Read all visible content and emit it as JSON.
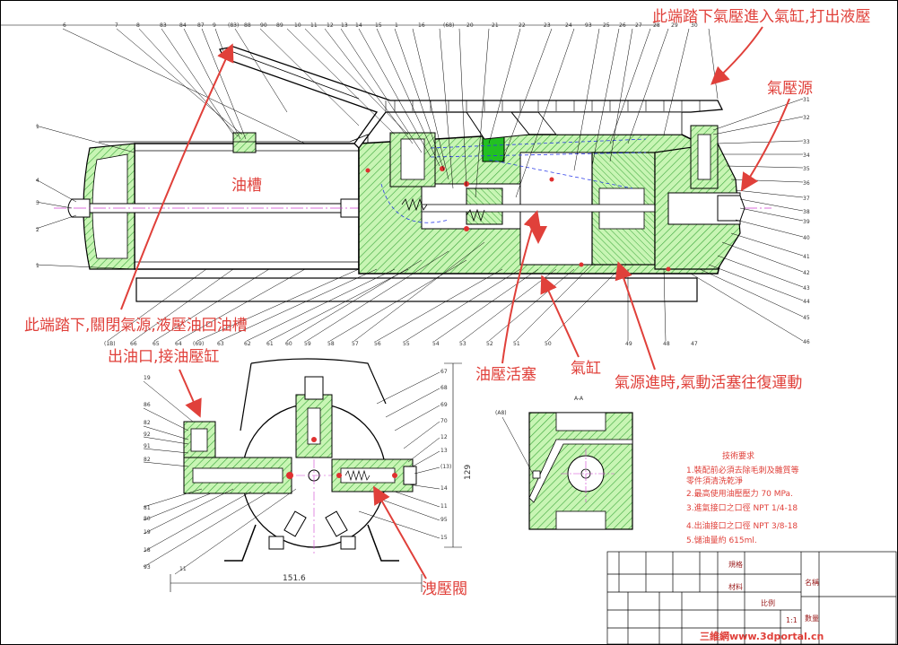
{
  "annotations": {
    "top_right_note": "此端踏下氣壓進入氣缸,打出液壓",
    "air_source": "氣壓源",
    "oil_tank": "油槽",
    "left_note": "此端踏下,關閉氣源,液壓油回油槽",
    "oil_outlet": "出油口,接油壓缸",
    "oil_piston": "油壓活塞",
    "air_cylinder": "氣缸",
    "air_piston_note": "氣源進時,氣動活塞往復運動",
    "relief_valve": "洩壓閥"
  },
  "section_label": "A-A",
  "section_ref": "(A8)",
  "dimensions": {
    "width": "151.6",
    "height": "129"
  },
  "tech_requirements": {
    "title": "技術要求",
    "items": [
      "1.裝配前必須去除毛刺及雜質等",
      "  零件須清洗乾淨",
      "2.最高使用油壓壓力 70 MPa.",
      "3.進氣接口之口徑 NPT 1/4-18",
      "4.出油接口之口徑 NPT 3/8-18",
      "5.儲油量約 615ml."
    ]
  },
  "title_block": {
    "scale": "1:1",
    "fields": [
      "規格",
      "材料",
      "名稱",
      "數量",
      "比例"
    ]
  },
  "watermark": "三維網www.3dportal.cn",
  "top_part_labels": [
    "6",
    "7",
    "8",
    "83",
    "84",
    "87",
    "9",
    "(83)",
    "88",
    "90",
    "89",
    "10",
    "11",
    "12",
    "13",
    "14",
    "15",
    "1",
    "16",
    "(68)",
    "20",
    "21",
    "22",
    "23",
    "24",
    "93",
    "25",
    "26",
    "27",
    "28",
    "29",
    "30"
  ],
  "right_part_labels": [
    "31",
    "32",
    "33",
    "34",
    "35",
    "36",
    "37",
    "38",
    "39",
    "40",
    "41",
    "42",
    "43",
    "44",
    "45",
    "46"
  ],
  "left_part_labels": [
    "1",
    "4",
    "3",
    "2",
    "1"
  ],
  "bottom_part_labels": [
    "(1B)",
    "66",
    "65",
    "64",
    "(69)",
    "63",
    "62",
    "61",
    "60",
    "59",
    "58",
    "57",
    "56",
    "55",
    "54",
    "53",
    "52",
    "51",
    "50",
    "49",
    "48",
    "47"
  ],
  "front_left_labels": [
    "19",
    "86",
    "82",
    "92",
    "91",
    "82",
    "81",
    "80",
    "19",
    "18",
    "93",
    "11"
  ],
  "front_right_labels": [
    "67",
    "68",
    "69",
    "70",
    "12",
    "13",
    "(13)",
    "14",
    "11",
    "95",
    "15"
  ]
}
